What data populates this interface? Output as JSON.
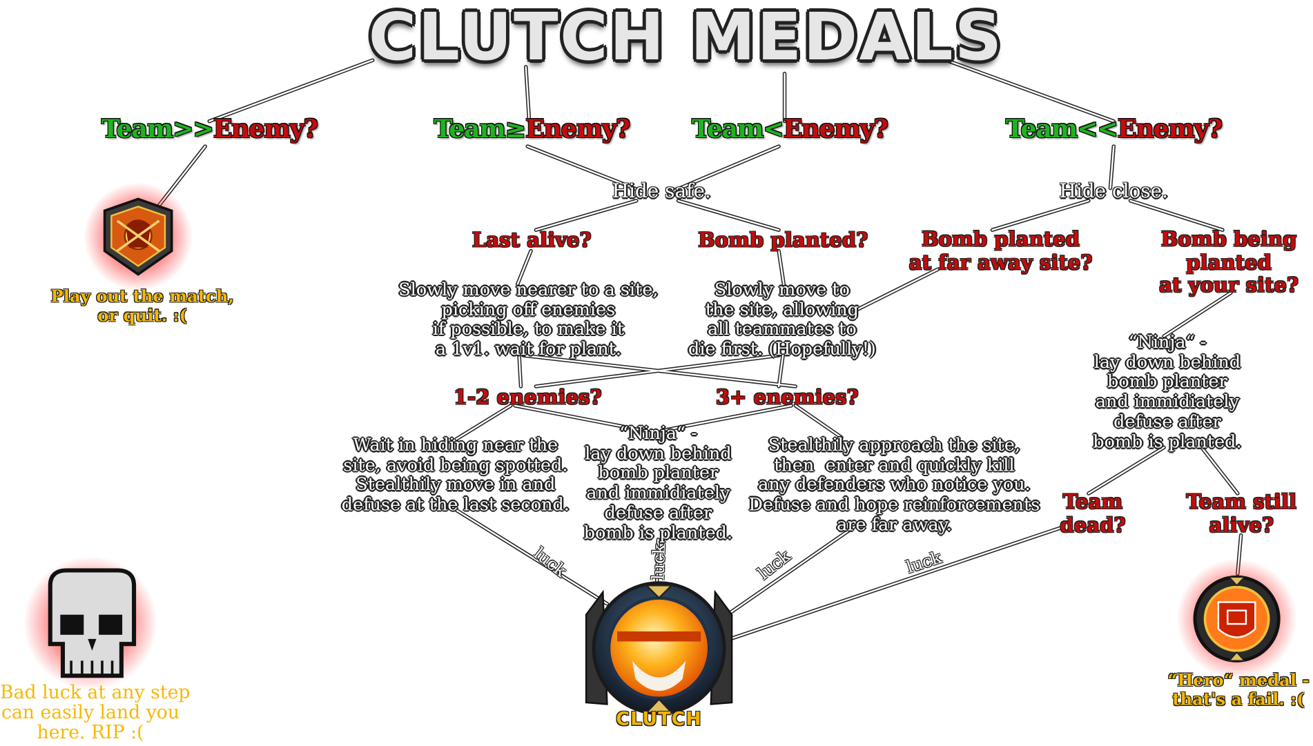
{
  "title": "CLUTCH MEDALS",
  "questions": {
    "q1": {
      "team": "Team",
      "op": ">>",
      "enemy": "Enemy?"
    },
    "q2": {
      "team": "Team",
      "op": "≥",
      "enemy": "Enemy?"
    },
    "q3": {
      "team": "Team",
      "op": "<",
      "enemy": "Enemy?"
    },
    "q4": {
      "team": "Team",
      "op": "<<",
      "enemy": "Enemy?"
    }
  },
  "hide_safe": "Hide safe.",
  "hide_close": "Hide close.",
  "last_alive": "Last alive?",
  "bomb_planted": "Bomb planted?",
  "bomb_far": "Bomb planted\nat far away site?",
  "bomb_being": "Bomb being\nplanted\nat your site?",
  "slowly_nearer": "Slowly move nearer to a site,\npicking off enemies\nif possible, to make it\na 1v1. wait for plant.",
  "slowly_site": "Slowly move to\nthe site, allowing\nall teammates to\ndie first. (Hopefully!)",
  "enemies_12": "1-2 enemies?",
  "enemies_3": "3+ enemies?",
  "wait_hiding": "Wait in hiding near the\nsite, avoid being spotted.\nStealthily move in and\ndefuse at the last second.",
  "ninja_mid": "“Ninja“ -\nlay down behind\nbomb planter\nand immidiately\ndefuse after\nbomb is planted.",
  "stealth": "Stealthily approach the site,\nthen  enter and quickly kill\nany defenders who notice you.\nDefuse and hope reinforcements\nare far away.",
  "ninja_right": "“Ninja“ -\nlay down behind\nbomb planter\nand immidiately\ndefuse after\nbomb is planted.",
  "team_dead": "Team\ndead?",
  "team_alive": "Team still\nalive?",
  "play_out": "Play out the match,\nor quit. :(",
  "bad_luck": "Bad luck at any step\ncan easily land you\nhere. RIP :(",
  "hero": "“Hero“ medal -\nthat's a fail. :(",
  "luck": [
    "luck",
    "luck",
    "luck",
    "luck"
  ],
  "clutch_label": "CLUTCH",
  "colors": {
    "green": "#1fb31f",
    "red": "#c40c0c",
    "yellow": "#f6b800",
    "glow": "#ff2020"
  },
  "icons": [
    "spartan-medal-icon",
    "skull-icon",
    "clutch-medal-icon",
    "hero-medal-icon"
  ]
}
